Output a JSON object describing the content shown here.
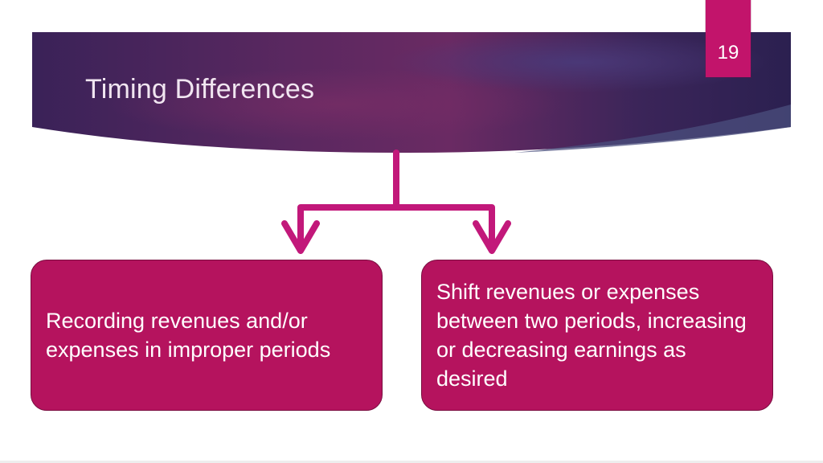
{
  "slide": {
    "title": "Timing Differences",
    "page_number": "19"
  },
  "diagram": {
    "left_box": "Recording revenues and/or expenses in improper periods",
    "right_box": "Shift revenues or expenses between two periods, increasing or decreasing earnings as desired"
  },
  "colors": {
    "banner_dark": "#2b2050",
    "banner_mid": "#6a2a63",
    "accent": "#c2146b",
    "box_fill": "#b5135e",
    "box_border": "#7a0e40",
    "arrow": "#c2187a"
  },
  "icons": {
    "connector": "branching-arrow-icon"
  }
}
